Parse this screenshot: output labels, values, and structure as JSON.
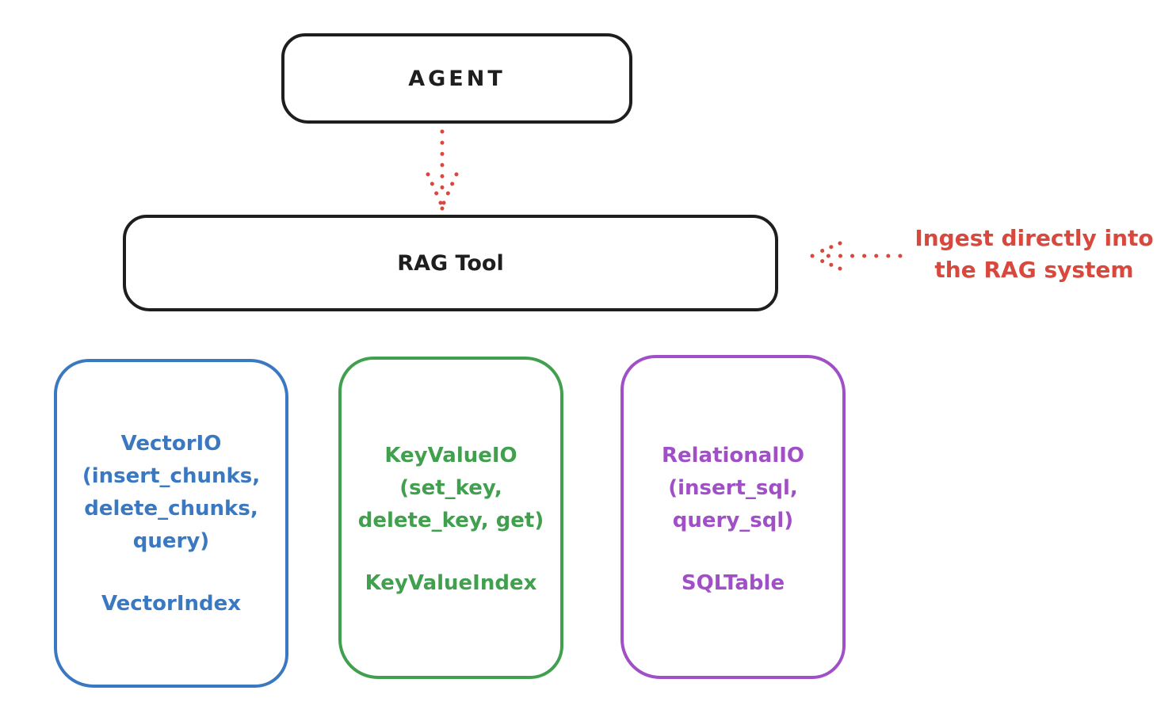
{
  "diagram": {
    "background_color": "#ffffff",
    "stroke_color": "#1e1e1e",
    "accent_red": "#d8483d",
    "agent_box": {
      "label": "AGENT"
    },
    "rag_tool_box": {
      "label": "RAG Tool"
    },
    "arrows": [
      {
        "name": "agent-to-ragtool",
        "style": "dotted",
        "direction": "down",
        "color": "#d8483d"
      },
      {
        "name": "ingest-into-ragtool",
        "style": "dotted",
        "direction": "left",
        "color": "#d8483d"
      }
    ],
    "annotation": {
      "line1": "Ingest directly into",
      "line2": "the RAG system",
      "color": "#d8483d"
    },
    "io_boxes": [
      {
        "id": "vector",
        "color": "#3a78c2",
        "lines": [
          "VectorIO",
          "(insert_chunks,",
          "delete_chunks,",
          "query)"
        ],
        "index_label": "VectorIndex"
      },
      {
        "id": "keyvalue",
        "color": "#41a04e",
        "lines": [
          "KeyValueIO",
          "(set_key,",
          "delete_key, get)"
        ],
        "index_label": "KeyValueIndex"
      },
      {
        "id": "relational",
        "color": "#a14fc7",
        "lines": [
          "RelationalIO",
          "(insert_sql,",
          "query_sql)"
        ],
        "index_label": "SQLTable"
      }
    ]
  }
}
